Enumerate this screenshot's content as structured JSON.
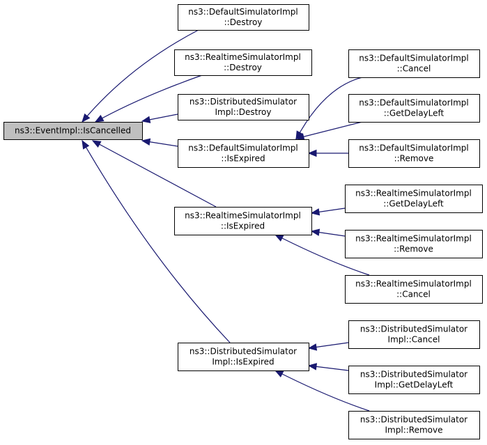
{
  "diagram": {
    "root": {
      "id": "isCancelled",
      "lines": [
        "ns3::EventImpl::IsCancelled"
      ]
    },
    "nodes": [
      {
        "id": "defDestroy",
        "lines": [
          "ns3::DefaultSimulatorImpl",
          "::Destroy"
        ]
      },
      {
        "id": "rtDestroy",
        "lines": [
          "ns3::RealtimeSimulatorImpl",
          "::Destroy"
        ]
      },
      {
        "id": "distDestroy",
        "lines": [
          "ns3::DistributedSimulator",
          "Impl::Destroy"
        ]
      },
      {
        "id": "defIsExpired",
        "lines": [
          "ns3::DefaultSimulatorImpl",
          "::IsExpired"
        ]
      },
      {
        "id": "rtIsExpired",
        "lines": [
          "ns3::RealtimeSimulatorImpl",
          "::IsExpired"
        ]
      },
      {
        "id": "distIsExpired",
        "lines": [
          "ns3::DistributedSimulator",
          "Impl::IsExpired"
        ]
      },
      {
        "id": "defCancel",
        "lines": [
          "ns3::DefaultSimulatorImpl",
          "::Cancel"
        ]
      },
      {
        "id": "defGetDelay",
        "lines": [
          "ns3::DefaultSimulatorImpl",
          "::GetDelayLeft"
        ]
      },
      {
        "id": "defRemove",
        "lines": [
          "ns3::DefaultSimulatorImpl",
          "::Remove"
        ]
      },
      {
        "id": "rtGetDelay",
        "lines": [
          "ns3::RealtimeSimulatorImpl",
          "::GetDelayLeft"
        ]
      },
      {
        "id": "rtRemove",
        "lines": [
          "ns3::RealtimeSimulatorImpl",
          "::Remove"
        ]
      },
      {
        "id": "rtCancel",
        "lines": [
          "ns3::RealtimeSimulatorImpl",
          "::Cancel"
        ]
      },
      {
        "id": "distCancel",
        "lines": [
          "ns3::DistributedSimulator",
          "Impl::Cancel"
        ]
      },
      {
        "id": "distGetDelay",
        "lines": [
          "ns3::DistributedSimulator",
          "Impl::GetDelayLeft"
        ]
      },
      {
        "id": "distRemove",
        "lines": [
          "ns3::DistributedSimulator",
          "Impl::Remove"
        ]
      }
    ],
    "edges": [
      {
        "from": "defDestroy",
        "to": "isCancelled"
      },
      {
        "from": "rtDestroy",
        "to": "isCancelled"
      },
      {
        "from": "distDestroy",
        "to": "isCancelled"
      },
      {
        "from": "defIsExpired",
        "to": "isCancelled"
      },
      {
        "from": "rtIsExpired",
        "to": "isCancelled"
      },
      {
        "from": "distIsExpired",
        "to": "isCancelled"
      },
      {
        "from": "defCancel",
        "to": "defIsExpired"
      },
      {
        "from": "defGetDelay",
        "to": "defIsExpired"
      },
      {
        "from": "defRemove",
        "to": "defIsExpired"
      },
      {
        "from": "rtGetDelay",
        "to": "rtIsExpired"
      },
      {
        "from": "rtRemove",
        "to": "rtIsExpired"
      },
      {
        "from": "rtCancel",
        "to": "rtIsExpired"
      },
      {
        "from": "distCancel",
        "to": "distIsExpired"
      },
      {
        "from": "distGetDelay",
        "to": "distIsExpired"
      },
      {
        "from": "distRemove",
        "to": "distIsExpired"
      }
    ],
    "colors": {
      "edge": "#191970",
      "root_fill": "#bfbfbf",
      "node_fill": "#ffffff",
      "border": "#000000"
    }
  }
}
